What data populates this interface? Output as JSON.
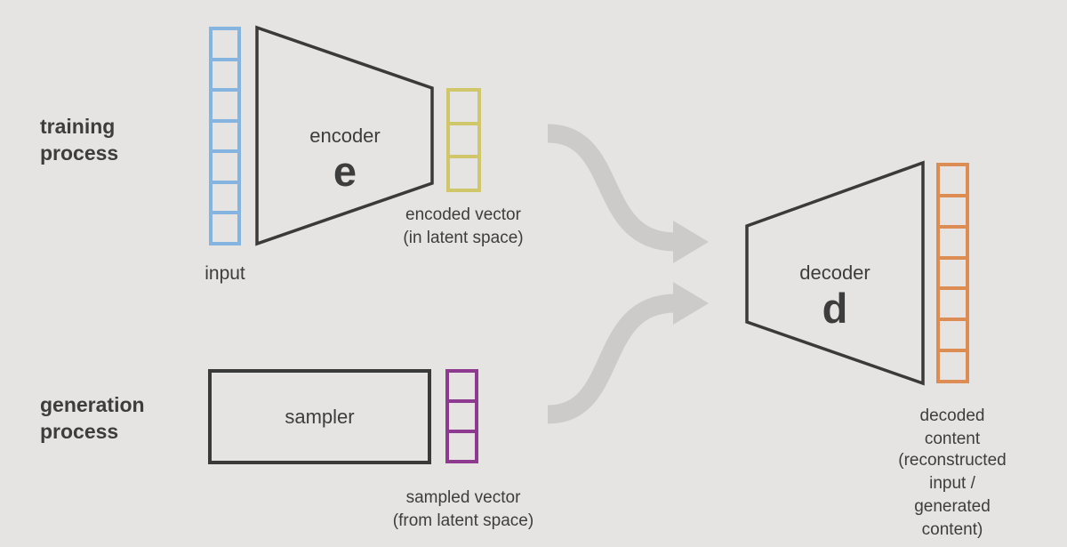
{
  "colors": {
    "background": "#e5e4e2",
    "stroke_dark": "#3a3a3a",
    "text_dark": "#3d3d3d",
    "arrow_gray": "#cccbca",
    "input_blue": "#85b4e0",
    "encoded_yellow": "#d0c76b",
    "sampled_purple": "#8e3a90",
    "decoded_orange": "#dd8c53"
  },
  "labels": {
    "training_process": "training\nprocess",
    "generation_process": "generation\nprocess",
    "input": "input",
    "encoder_title": "encoder",
    "encoder_symbol": "e",
    "encoded_vector_caption": "encoded vector\n(in latent space)",
    "sampler": "sampler",
    "sampled_vector_caption": "sampled vector\n(from latent space)",
    "decoder_title": "decoder",
    "decoder_symbol": "d",
    "decoded_content": "decoded content",
    "decoded_note": "(reconstructed input /\ngenerated content)"
  },
  "vectors": {
    "input": {
      "cells": 7,
      "color": "#85b4e0"
    },
    "encoded": {
      "cells": 3,
      "color": "#d0c76b"
    },
    "sampled": {
      "cells": 3,
      "color": "#8e3a90"
    },
    "decoded": {
      "cells": 7,
      "color": "#dd8c53"
    }
  }
}
